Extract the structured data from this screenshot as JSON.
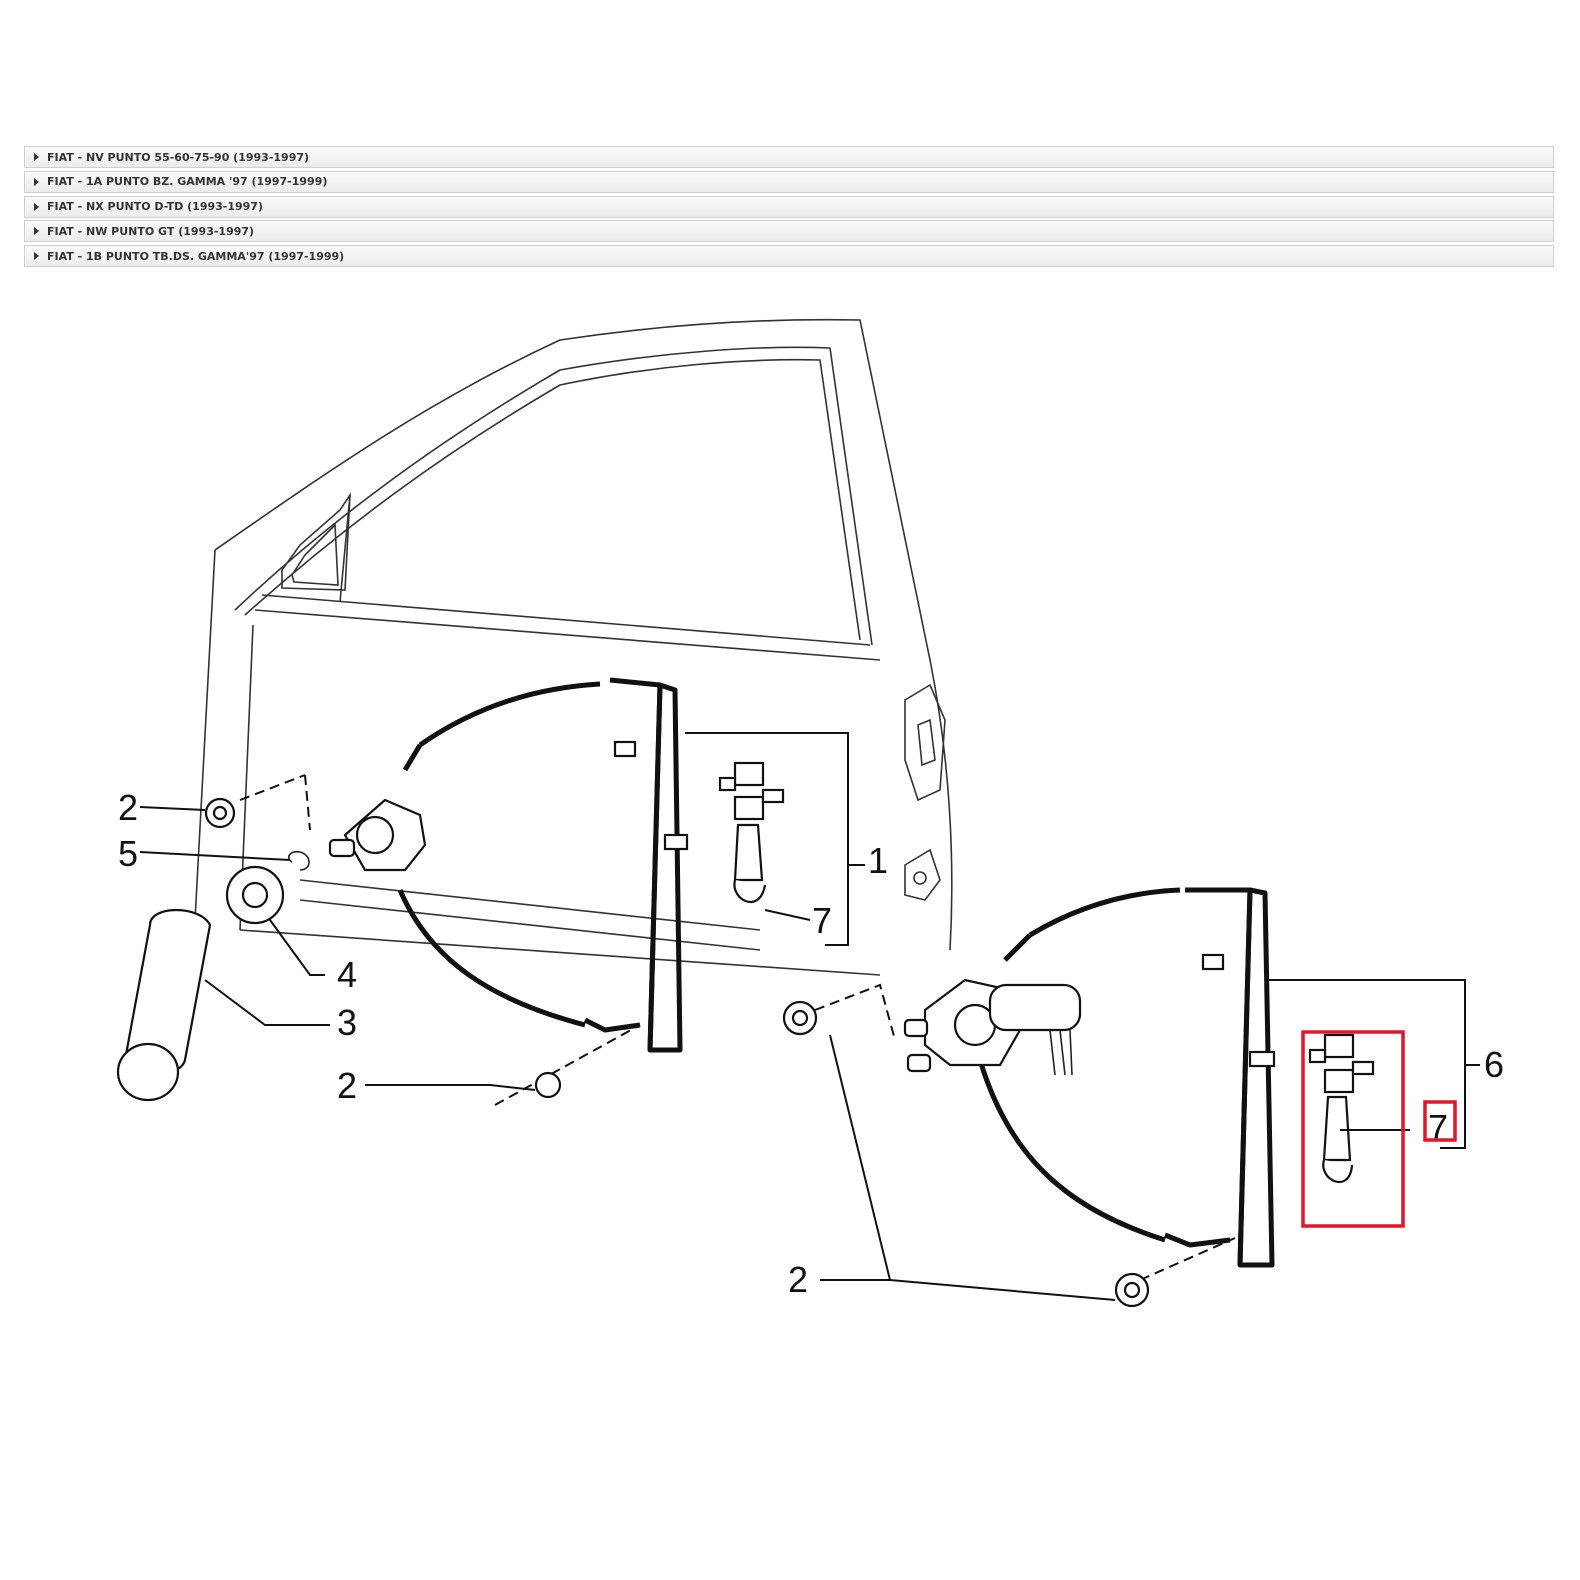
{
  "models": [
    {
      "label": "FIAT - NV PUNTO 55-60-75-90 (1993-1997)"
    },
    {
      "label": "FIAT - 1A PUNTO BZ. GAMMA '97 (1997-1999)"
    },
    {
      "label": "FIAT - NX PUNTO D-TD (1993-1997)"
    },
    {
      "label": "FIAT - NW PUNTO GT (1993-1997)"
    },
    {
      "label": "FIAT - 1B PUNTO TB.DS. GAMMA'97 (1997-1999)"
    }
  ],
  "diagram": {
    "callouts": {
      "nut_top_left": "2",
      "clip": "5",
      "washer": "4",
      "handle": "3",
      "nut_lower_left": "2",
      "manual_regulator": "1",
      "switch_left": "7",
      "electric_regulator": "6",
      "switch_right": "7",
      "nuts_right": "2"
    },
    "highlight_color": "#e0162b",
    "line_color": "#111111"
  }
}
